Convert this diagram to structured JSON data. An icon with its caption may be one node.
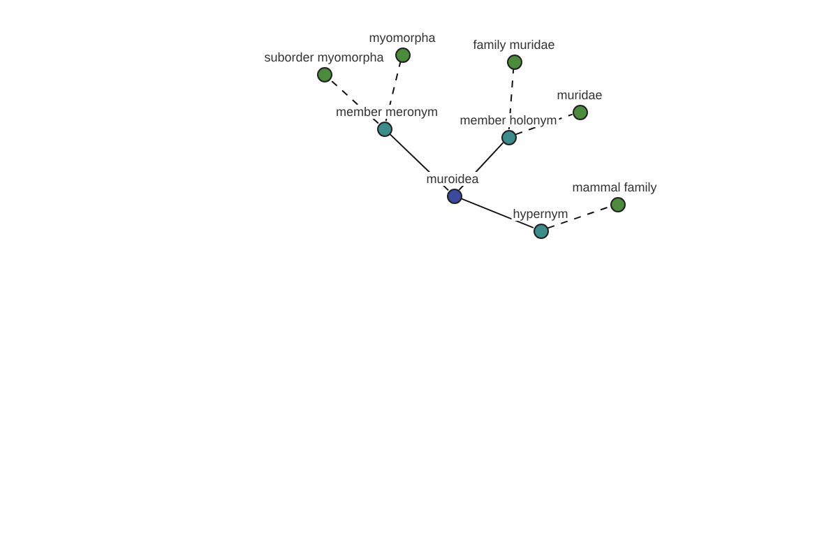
{
  "diagram": {
    "nodes": [
      {
        "text": [
          "muroidea"
        ]
      },
      {
        "text": [
          "member meronym"
        ]
      },
      {
        "text": [
          "member holonym"
        ]
      },
      {
        "text": [
          "hypernym"
        ]
      },
      {
        "text": [
          "suborder myomorpha"
        ]
      },
      {
        "text": [
          "myomorpha"
        ]
      },
      {
        "text": [
          "family muridae"
        ]
      },
      {
        "text": [
          "muridae"
        ]
      },
      {
        "text": [
          "mammal family"
        ]
      }
    ],
    "edges": [
      {
        "from": 0,
        "to": 1,
        "arrow": "none"
      },
      {
        "from": 0,
        "to": 2,
        "arrow": "none"
      },
      {
        "from": 0,
        "to": 3,
        "arrow": "none"
      },
      {
        "from": 1,
        "to": 4,
        "arrow": "none",
        "style": "dashed"
      },
      {
        "from": 1,
        "to": 5,
        "arrow": "none",
        "style": "dashed"
      },
      {
        "from": 2,
        "to": 6,
        "arrow": "none",
        "style": "dashed"
      },
      {
        "from": 2,
        "to": 7,
        "arrow": "none",
        "style": "dashed"
      },
      {
        "from": 3,
        "to": 8,
        "arrow": "none",
        "style": "dashed"
      }
    ]
  }
}
